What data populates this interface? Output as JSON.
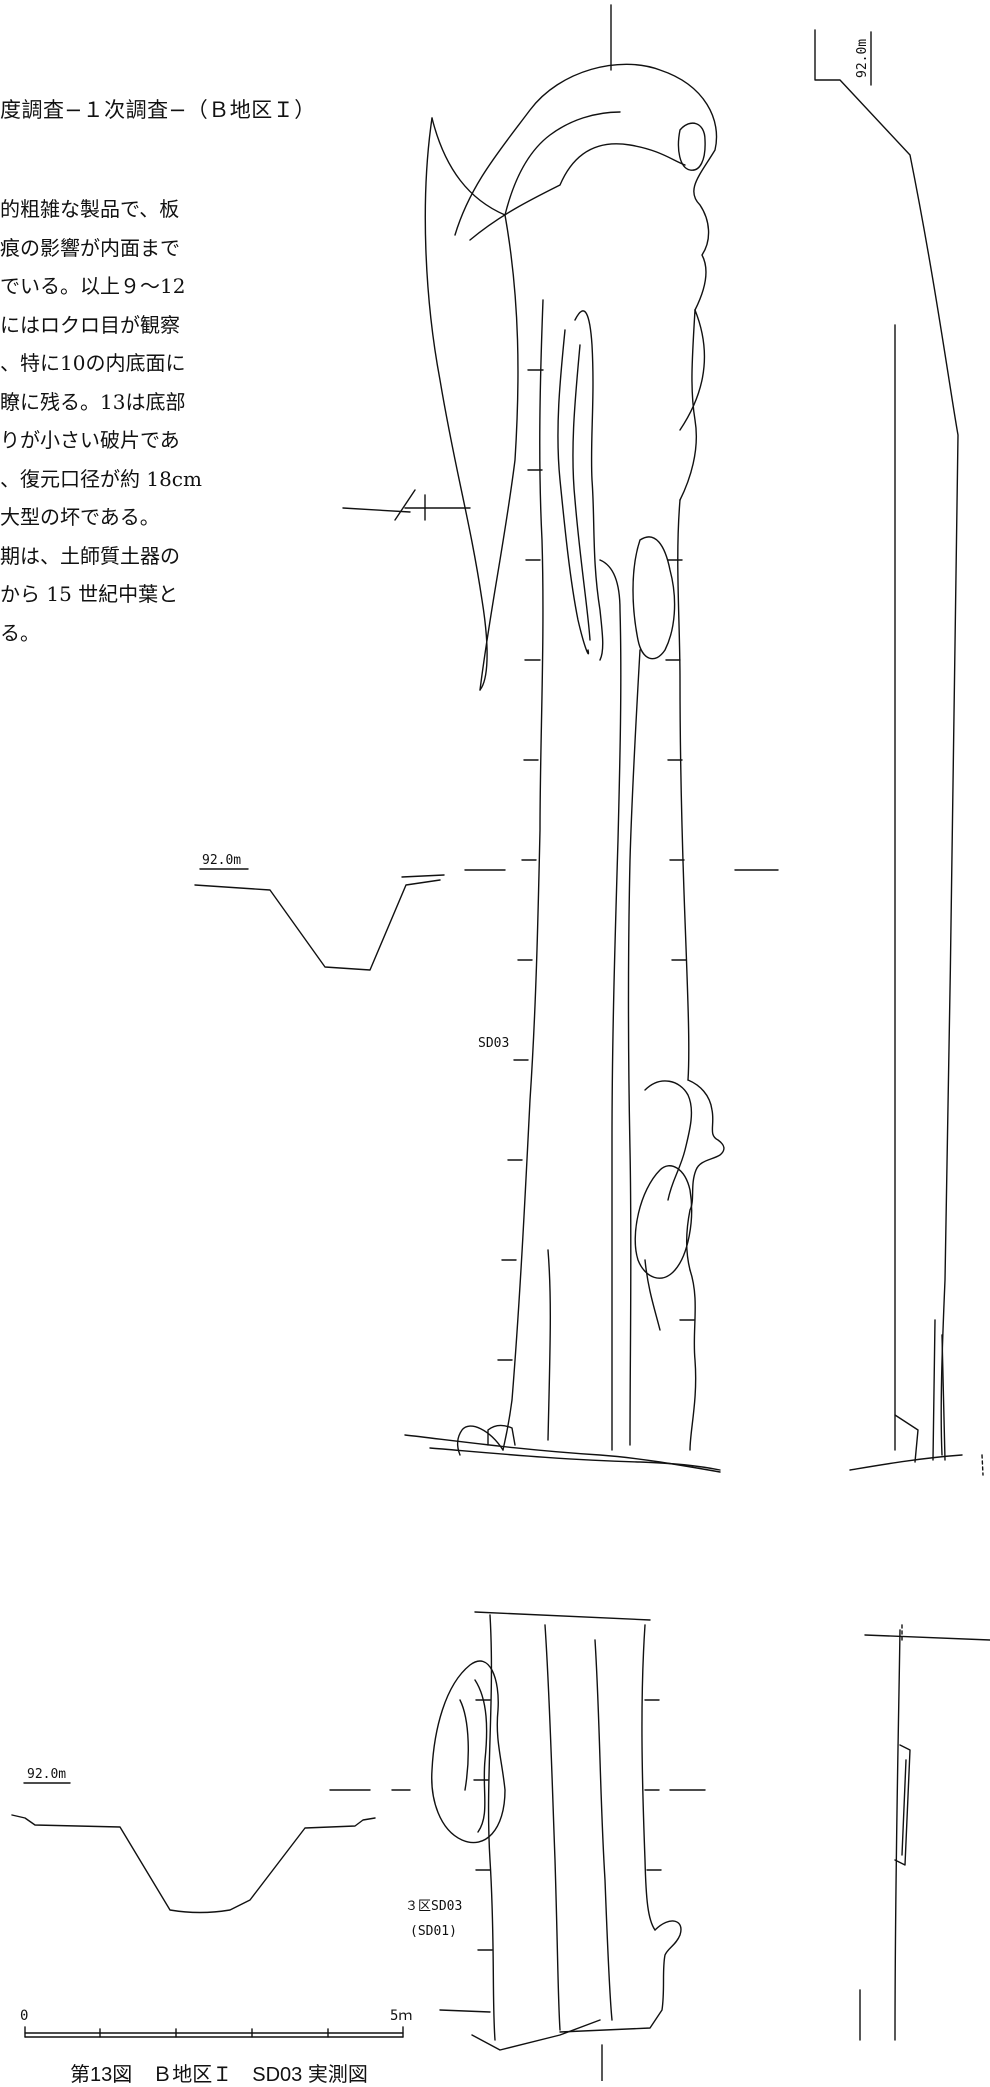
{
  "header": "度調査−１次調査−（Ｂ地区Ｉ）",
  "body_lines": [
    "的粗雑な製品で、板",
    "痕の影響が内面まで",
    "でいる。以上９〜12",
    "にはロクロ目が観察",
    "、特に10の内底面に",
    "瞭に残る。13は底部",
    "りが小さい破片であ",
    "、復元口径が約 18cm",
    "大型の坏である。",
    "期は、土師質土器の",
    "から 15 世紀中葉と",
    "る。"
  ],
  "labels": {
    "elev_top_right": "92.0m",
    "elev_mid": "92.0m",
    "elev_bottom": "92.0m",
    "ditch_upper": "SD03",
    "ditch_lower_1": "３区SD03",
    "ditch_lower_2": "(SD01)",
    "scale_zero": "0",
    "scale_end": "5ｍ"
  },
  "caption": "第13図　Ｂ地区Ｉ　SD03 実測図"
}
